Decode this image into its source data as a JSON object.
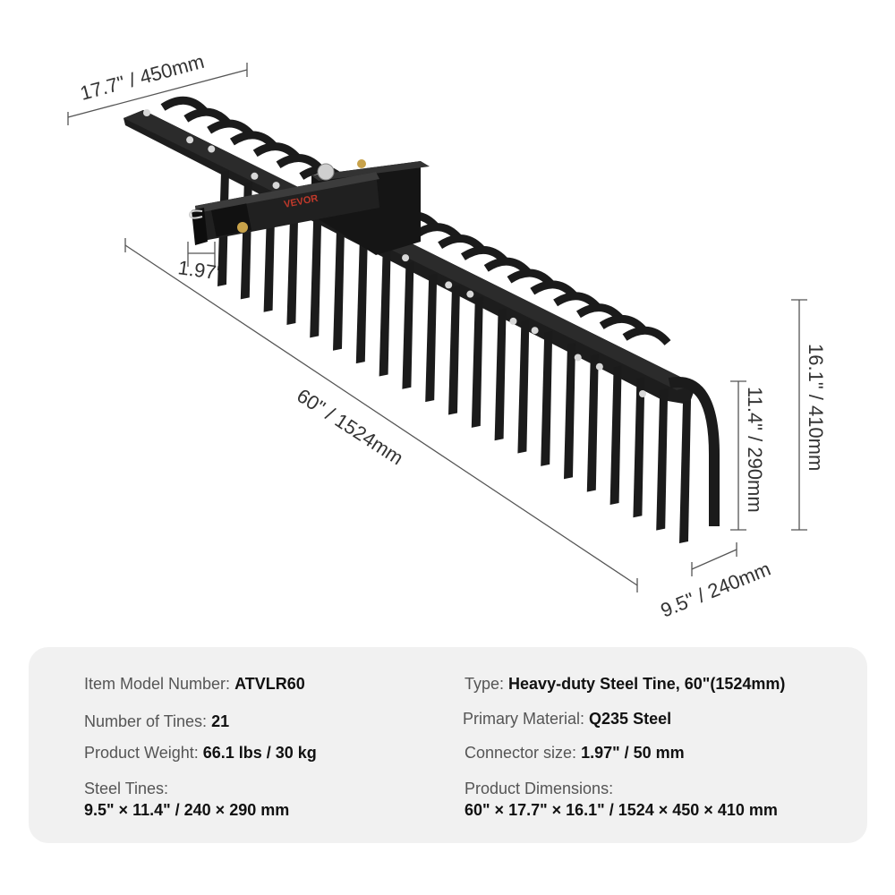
{
  "dimensions": {
    "width_label": "17.7\" / 450mm",
    "connector_label": "1.97\"",
    "length_label": "60\" / 1524mm",
    "height_label": "16.1\" / 410mm",
    "tine_height_label": "11.4\" / 290mm",
    "tine_depth_label": "9.5\" / 240mm"
  },
  "product": {
    "brand_text": "VEVOR",
    "tine_count": 21
  },
  "specs": {
    "model": {
      "label": "Item Model Number: ",
      "value": "ATVLR60"
    },
    "type": {
      "label": "Type: ",
      "value": "Heavy-duty Steel Tine, 60\"(1524mm)"
    },
    "tines": {
      "label": "Number of Tines: ",
      "value": "21"
    },
    "material": {
      "label": "Primary Material: ",
      "value": "Q235 Steel"
    },
    "weight": {
      "label": "Product Weight: ",
      "value": "66.1 lbs / 30 kg"
    },
    "connector": {
      "label": "Connector size: ",
      "value": "1.97\" / 50 mm"
    },
    "steel_tines": {
      "label": "Steel Tines:",
      "value": "9.5\" × 11.4\" / 240 × 290 mm"
    },
    "dims": {
      "label": "Product Dimensions:",
      "value": "60\" × 17.7\" × 16.1\" / 1524 × 450 × 410 mm"
    }
  },
  "colors": {
    "steel": "#1b1b1b",
    "steel_highlight": "#3a3a3a",
    "bolt": "#d8d8d8",
    "brand_red": "#c0392b",
    "pin_brass": "#c8a24a",
    "panel_bg": "#f1f1f1"
  }
}
